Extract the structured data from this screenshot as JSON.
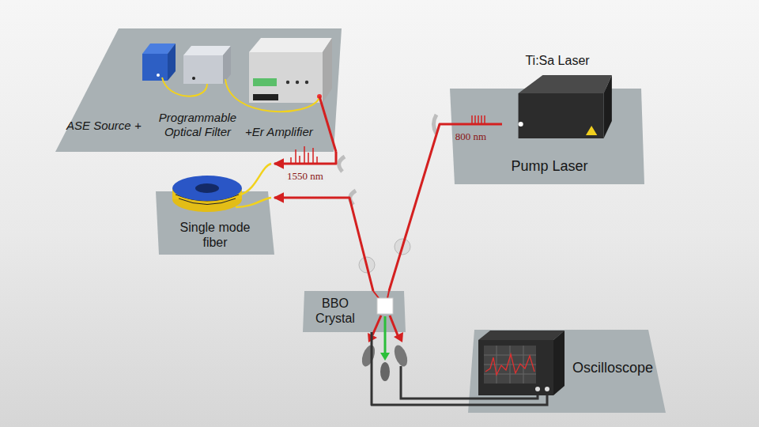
{
  "diagram": {
    "nodes": [
      {
        "text": [
          "ASE Source +",
          "Programmable Optical Filter",
          "+Er Amplifier"
        ]
      },
      {
        "text": [
          "Pump Laser"
        ]
      },
      {
        "text": [
          "Ti:Sa Laser"
        ],
        "in": 1
      },
      {
        "text": [
          "Single mode fiber"
        ]
      },
      {
        "text": [
          "BBO Crystal"
        ]
      },
      {
        "text": [
          "Oscilloscope"
        ]
      }
    ],
    "edges": [
      {
        "from": 0,
        "to": 3,
        "arrow": "to",
        "label": "1550 nm"
      },
      {
        "from": 2,
        "to": 4,
        "arrow": "none",
        "label": "800 nm"
      },
      {
        "from": 4,
        "to": 3,
        "arrow": "to"
      },
      {
        "from": 4,
        "to": 5,
        "arrow": "none"
      }
    ]
  }
}
